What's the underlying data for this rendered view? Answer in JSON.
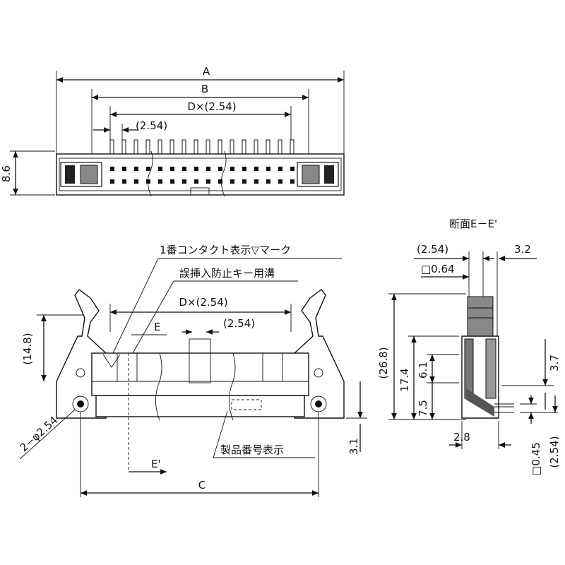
{
  "dimensions": {
    "A": "A",
    "B": "B",
    "D_pitch_top": "D×(2.54)",
    "pitch_top": "(2.54)",
    "height_top": "8.6",
    "D_pitch_front": "D×(2.54)",
    "E": "E",
    "pitch_front": "(2.54)",
    "height_148": "(14.8)",
    "hole": "2−φ2.54",
    "E_prime": "E'",
    "C": "C",
    "dim_31": "3.1"
  },
  "callouts": {
    "pin1_mark": "1番コンタクト表示▽マーク",
    "polarization_slot": "誤挿入防止キー用溝",
    "product_number": "製品番号表示"
  },
  "section": {
    "title": "断面E－E'",
    "pitch": "(2.54)",
    "dim_32": "3.2",
    "square_064": "□0.64",
    "dim_268": "(26.8)",
    "dim_174": "17.4",
    "dim_61": "6.1",
    "dim_75": "7.5",
    "dim_37": "3.7",
    "dim_28": "2.8",
    "square_045": "□0.45",
    "pitch_bottom": "(2.54)"
  }
}
